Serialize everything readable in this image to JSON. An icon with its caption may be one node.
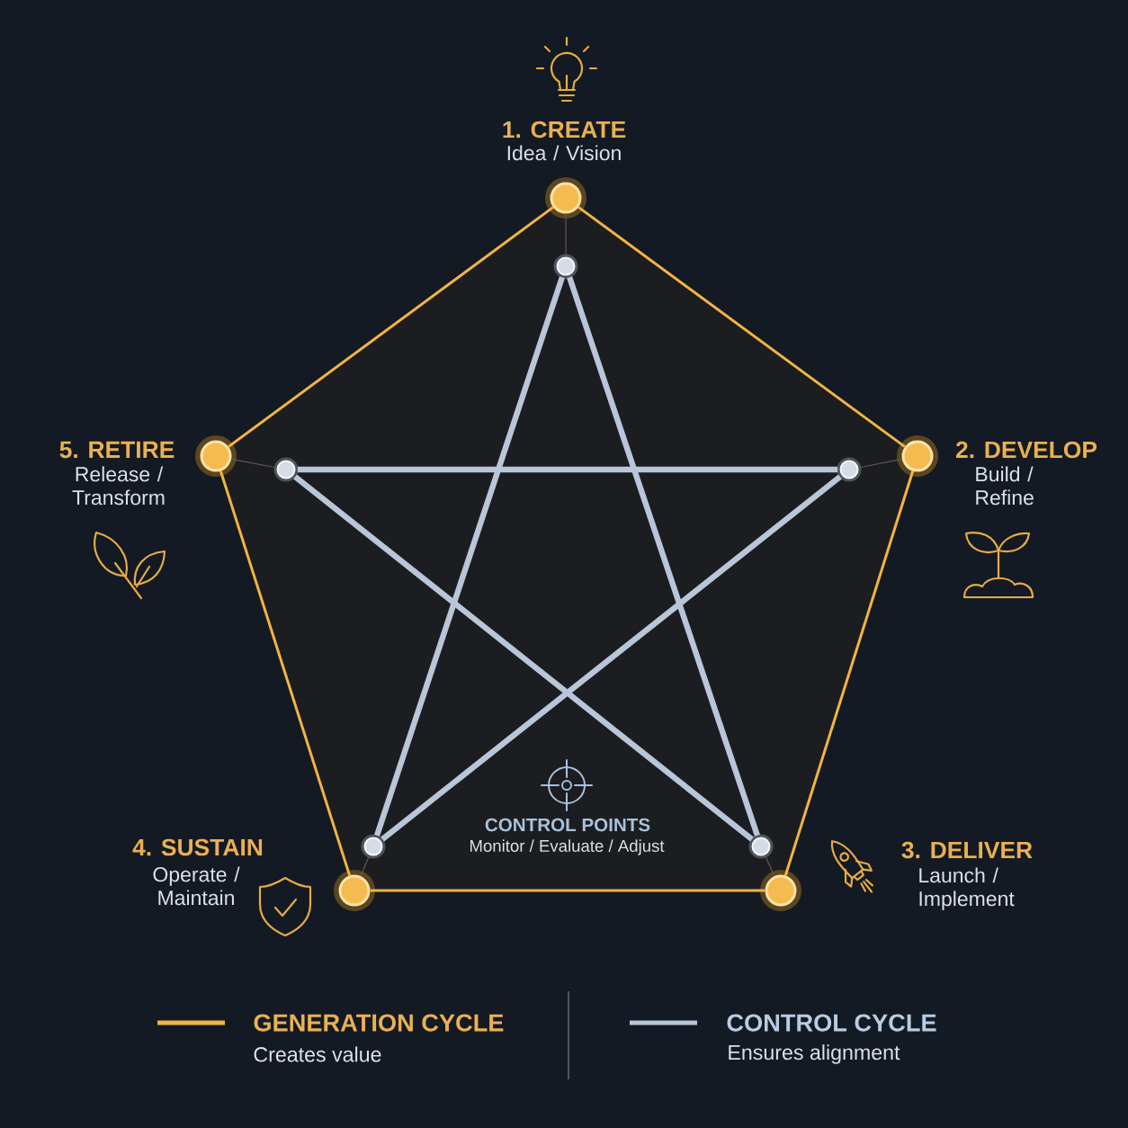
{
  "diagram": {
    "nodes": [
      {
        "text": [],
        "shape": "circle",
        "beside": [
          "1. CREATE",
          "Idea / Vision"
        ]
      },
      {
        "text": [],
        "shape": "circle",
        "beside": [
          "2. DEVELOP",
          "Build / Refine"
        ]
      },
      {
        "text": [],
        "shape": "circle",
        "beside": [
          "3. DELIVER",
          "Launch / Implement"
        ]
      },
      {
        "text": [],
        "shape": "circle",
        "beside": [
          "4. SUSTAIN",
          "Operate / Maintain"
        ]
      },
      {
        "text": [],
        "shape": "circle",
        "beside": [
          "5. RETIRE",
          "Release / Transform"
        ]
      },
      {
        "text": [],
        "shape": "circle"
      },
      {
        "text": [],
        "shape": "circle"
      },
      {
        "text": [],
        "shape": "circle"
      },
      {
        "text": [],
        "shape": "circle"
      },
      {
        "text": [],
        "shape": "circle"
      }
    ],
    "edges": [
      {
        "from": 0,
        "to": 1,
        "arrow": "none",
        "color": "#f2b443"
      },
      {
        "from": 1,
        "to": 2,
        "arrow": "none",
        "color": "#f2b443"
      },
      {
        "from": 2,
        "to": 3,
        "arrow": "none",
        "color": "#f2b443"
      },
      {
        "from": 3,
        "to": 4,
        "arrow": "none",
        "color": "#f2b443"
      },
      {
        "from": 4,
        "to": 0,
        "arrow": "none",
        "color": "#f2b443"
      },
      {
        "from": 5,
        "to": 7,
        "arrow": "none",
        "style": "thick",
        "color": "#b9c6da"
      },
      {
        "from": 7,
        "to": 9,
        "arrow": "none",
        "style": "thick",
        "color": "#b9c6da"
      },
      {
        "from": 9,
        "to": 6,
        "arrow": "none",
        "style": "thick",
        "color": "#b9c6da"
      },
      {
        "from": 6,
        "to": 8,
        "arrow": "none",
        "style": "thick",
        "color": "#b9c6da"
      },
      {
        "from": 8,
        "to": 5,
        "arrow": "none",
        "style": "thick",
        "color": "#b9c6da"
      },
      {
        "from": 0,
        "to": 5,
        "arrow": "none",
        "color": "#5e5a50"
      },
      {
        "from": 1,
        "to": 6,
        "arrow": "none",
        "color": "#5e5a50"
      },
      {
        "from": 2,
        "to": 7,
        "arrow": "none",
        "color": "#5e5a50"
      },
      {
        "from": 3,
        "to": 8,
        "arrow": "none",
        "color": "#5e5a50"
      },
      {
        "from": 4,
        "to": 9,
        "arrow": "none",
        "color": "#5e5a50"
      }
    ],
    "labels": [
      "CONTROL POINTS",
      "Monitor / Evaluate / Adjust",
      "Creates value",
      "Ensures alignment"
    ],
    "legend": [
      {
        "text": "GENERATION CYCLE"
      },
      {
        "text": "CONTROL CYCLE"
      }
    ]
  }
}
